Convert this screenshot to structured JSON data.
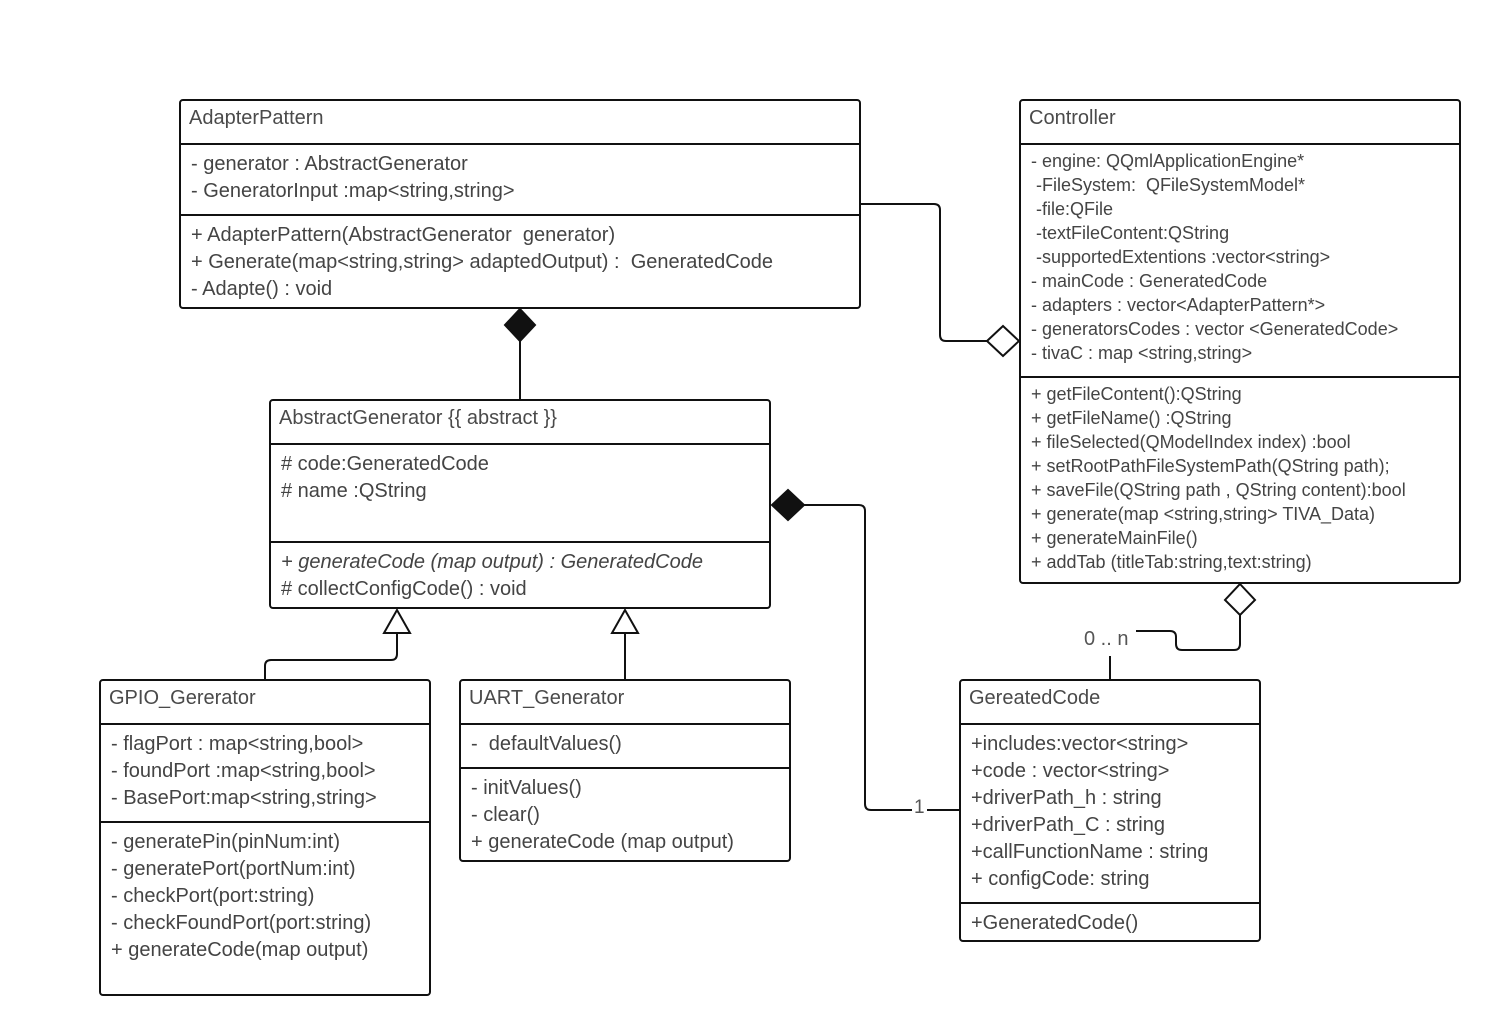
{
  "colors": {
    "line": "#111111",
    "text": "#444444",
    "background": "#ffffff"
  },
  "classes": {
    "adapter": {
      "name": "AdapterPattern",
      "attributes": [
        "- generator : AbstractGenerator",
        "- GeneratorInput :map<string,string>"
      ],
      "methods": [
        "+ AdapterPattern(AbstractGenerator  generator)",
        "+ Generate(map<string,string> adaptedOutput) :  GeneratedCode",
        "- Adapte() : void"
      ]
    },
    "controller": {
      "name": "Controller",
      "attributes": [
        "- engine: QQmlApplicationEngine*",
        " -FileSystem:  QFileSystemModel*",
        " -file:QFile",
        " -textFileContent:QString",
        " -supportedExtentions :vector<string>",
        "- mainCode : GeneratedCode",
        "- adapters : vector<AdapterPattern*>",
        "- generatorsCodes : vector <GeneratedCode>",
        "- tivaC : map <string,string>"
      ],
      "methods": [
        "+ getFileContent():QString",
        "+ getFileName() :QString",
        "+ fileSelected(QModelIndex index) :bool",
        "+ setRootPathFileSystemPath(QString path);",
        "+ saveFile(QString path , QString content):bool",
        "+ generate(map <string,string> TIVA_Data)",
        "+ generateMainFile()",
        "+ addTab (titleTab:string,text:string)"
      ]
    },
    "abstract": {
      "name": "AbstractGenerator {{ abstract }}",
      "attributes": [
        "# code:GeneratedCode",
        "# name :QString"
      ],
      "methods": [
        "+ generateCode (map output) : GeneratedCode",
        "# collectConfigCode() : void"
      ]
    },
    "gpio": {
      "name": "GPIO_Gererator",
      "attributes": [
        "- flagPort : map<string,bool>",
        "- foundPort :map<string,bool>",
        "- BasePort:map<string,string>"
      ],
      "methods": [
        "- generatePin(pinNum:int)",
        "- generatePort(portNum:int)",
        "- checkPort(port:string)",
        "- checkFoundPort(port:string)",
        "+ generateCode(map output)"
      ]
    },
    "uart": {
      "name": "UART_Generator",
      "attributes": [
        "-  defaultValues()"
      ],
      "methods": [
        "- initValues()",
        "- clear()",
        "+ generateCode (map output)"
      ]
    },
    "generated": {
      "name": "GereatedCode",
      "attributes": [
        "+includes:vector<string>",
        "+code : vector<string>",
        "+driverPath_h : string",
        "+driverPath_C : string",
        "+callFunctionName : string",
        "+ configCode: string"
      ],
      "methods": [
        "+GeneratedCode()"
      ]
    }
  },
  "multiplicities": {
    "controller_generated": "0 .. n",
    "abstract_generated": "1"
  }
}
